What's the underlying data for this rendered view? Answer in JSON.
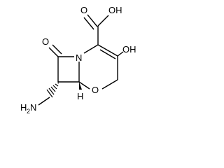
{
  "molecule": {
    "atoms": {
      "carboxyl_oh": "OH",
      "carboxyl_o": "O",
      "enol_oh": "OH",
      "ketone_o": "O",
      "ring_n": "N",
      "ring_o": "O",
      "amine_h": "H",
      "amine_n": "N",
      "amine_sub": "2",
      "stereo_h": "H"
    }
  }
}
